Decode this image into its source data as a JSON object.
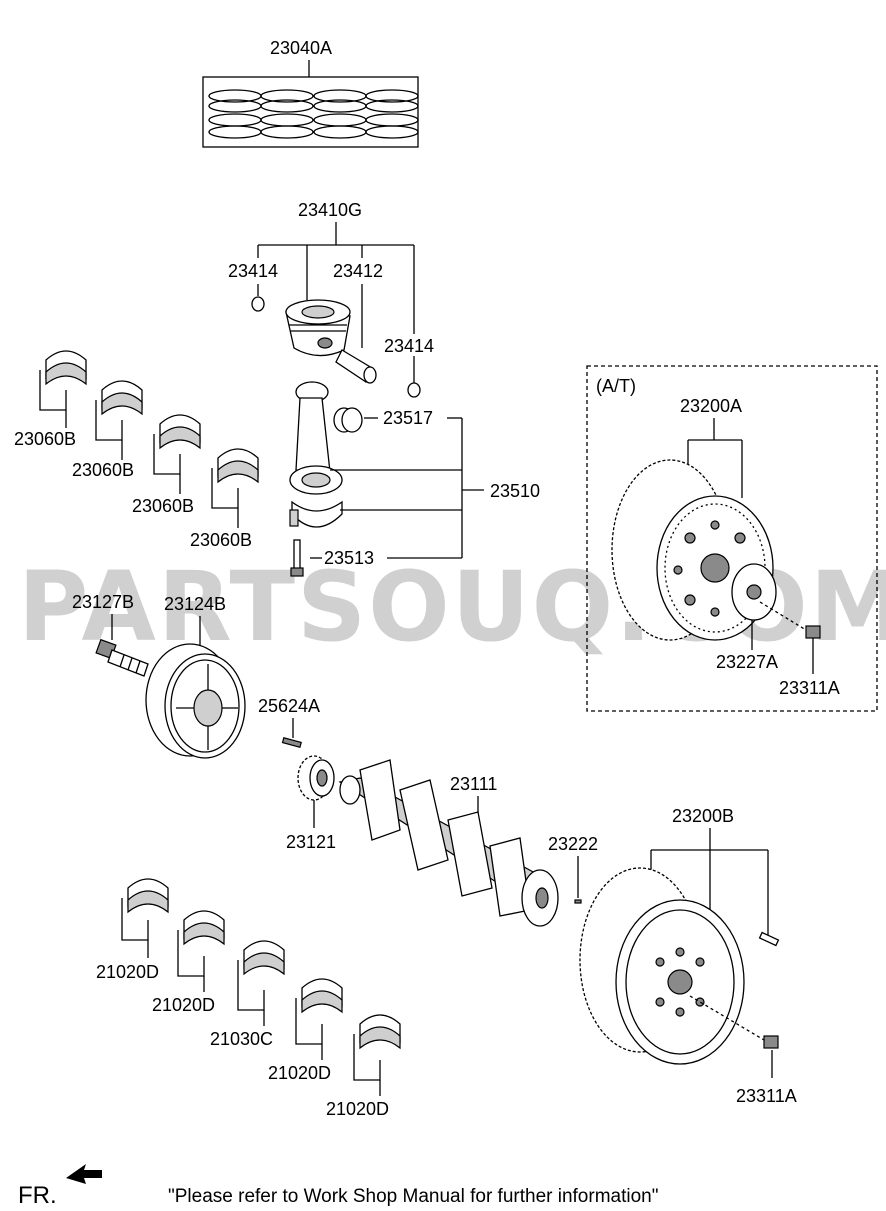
{
  "watermark": "PARTSOUQ.COM",
  "at_box_label": "(A/T)",
  "fr_label": "FR.",
  "footer_note": "\"Please refer to Work Shop Manual for further information\"",
  "labels": {
    "p23040A": "23040A",
    "p23410G": "23410G",
    "p23414_left": "23414",
    "p23412": "23412",
    "p23414_right": "23414",
    "p23517": "23517",
    "p23510": "23510",
    "p23513": "23513",
    "p23060B_1": "23060B",
    "p23060B_2": "23060B",
    "p23060B_3": "23060B",
    "p23060B_4": "23060B",
    "p23200A": "23200A",
    "p23227A": "23227A",
    "p23311A_top": "23311A",
    "p23127B": "23127B",
    "p23124B": "23124B",
    "p25624A": "25624A",
    "p23121": "23121",
    "p23111": "23111",
    "p23222": "23222",
    "p23200B": "23200B",
    "p23311A_bottom": "23311A",
    "p21020D_1": "21020D",
    "p21020D_2": "21020D",
    "p21030C": "21030C",
    "p21020D_3": "21020D",
    "p21020D_4": "21020D"
  }
}
